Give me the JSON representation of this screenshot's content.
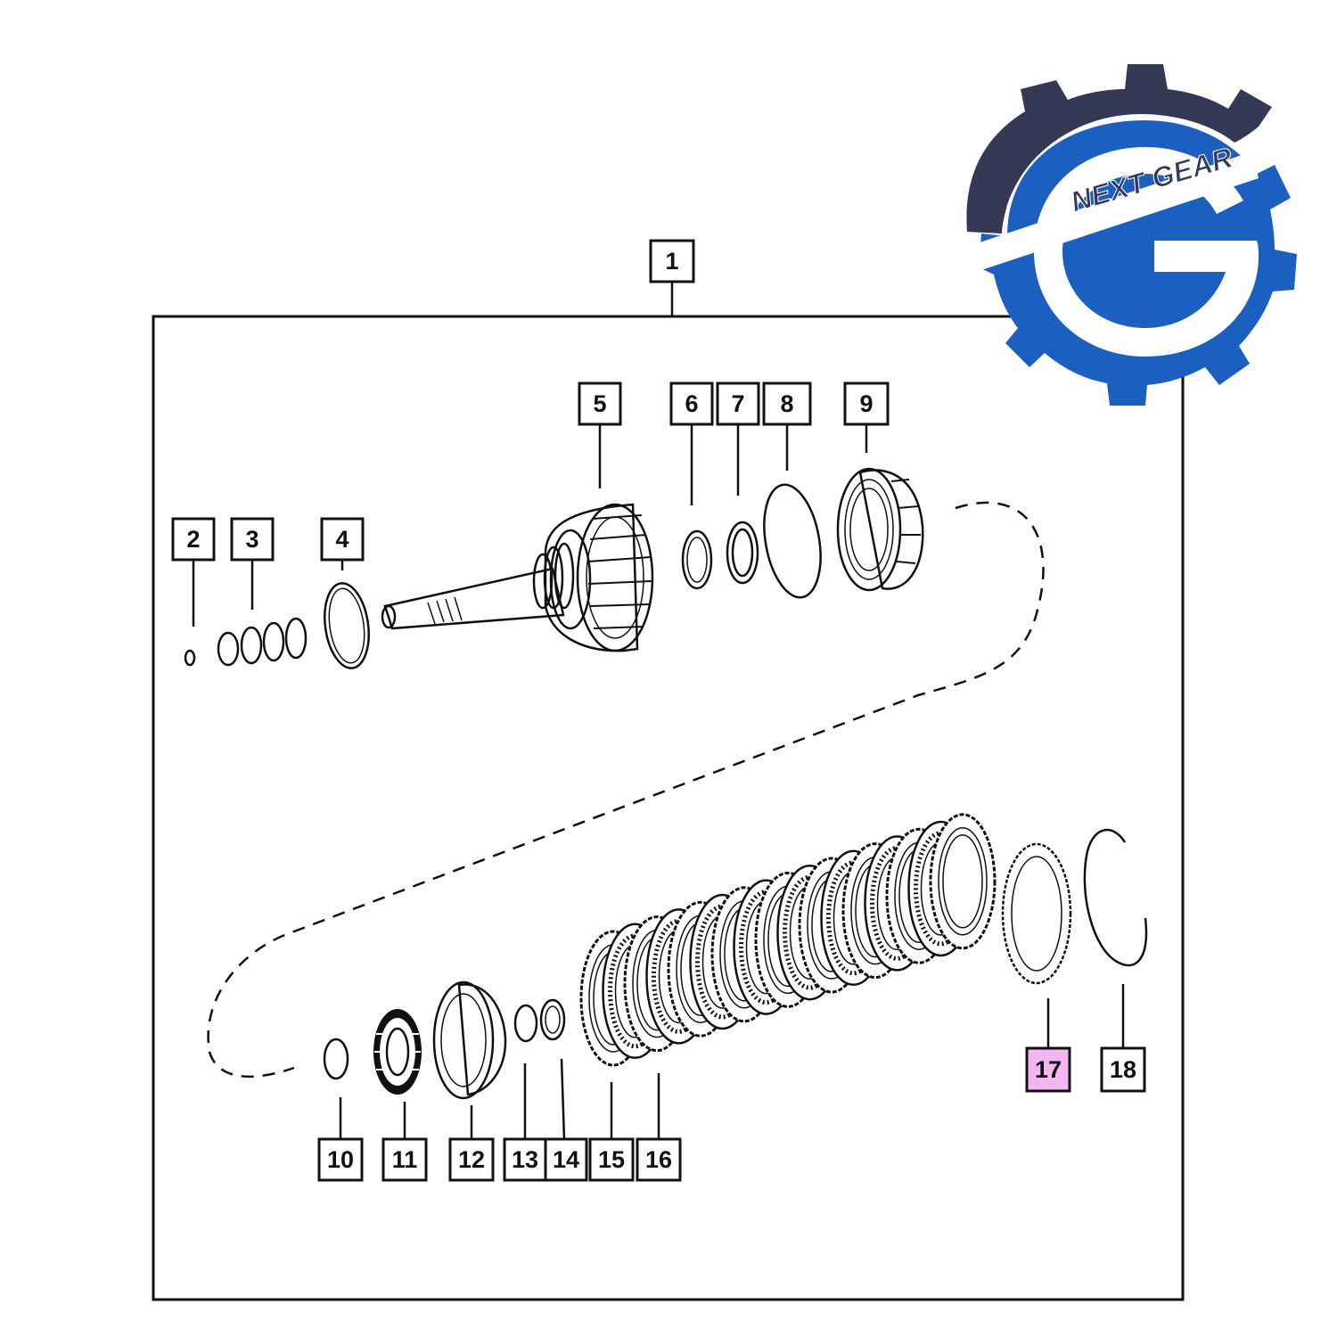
{
  "diagram": {
    "assembly_label": "1",
    "callouts": [
      "2",
      "3",
      "4",
      "5",
      "6",
      "7",
      "8",
      "9",
      "10",
      "11",
      "12",
      "13",
      "14",
      "15",
      "16",
      "17",
      "18"
    ],
    "highlighted_callout": "17"
  },
  "logo": {
    "text": "NEXT GEAR",
    "colors": {
      "dark": "#343a55",
      "blue": "#1b5fc1",
      "white": "#ffffff"
    }
  }
}
